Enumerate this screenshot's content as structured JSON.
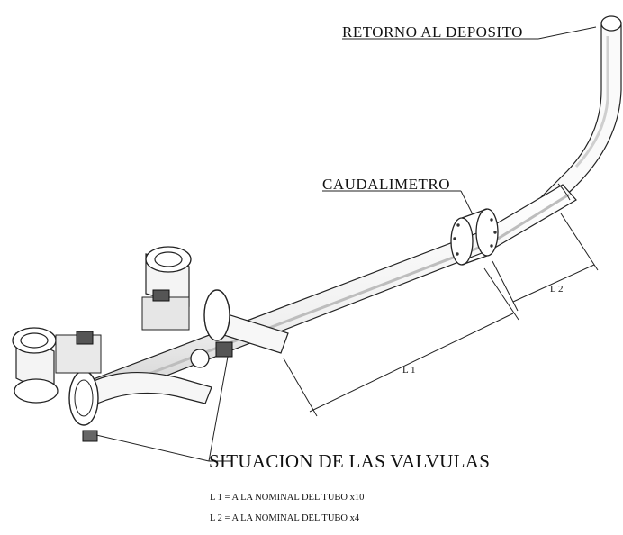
{
  "labels": {
    "return_tank": "RETORNO AL DEPOSITO",
    "flowmeter": "CAUDALIMETRO",
    "valves_location": "SITUACION DE LAS VALVULAS"
  },
  "dimensions": {
    "l1": "L 1",
    "l2": "L 2"
  },
  "notes": {
    "l1_note": "L 1 = A LA NOMINAL DEL TUBO x10",
    "l2_note": "L 2 = A LA NOMINAL DEL TUBO x4"
  }
}
